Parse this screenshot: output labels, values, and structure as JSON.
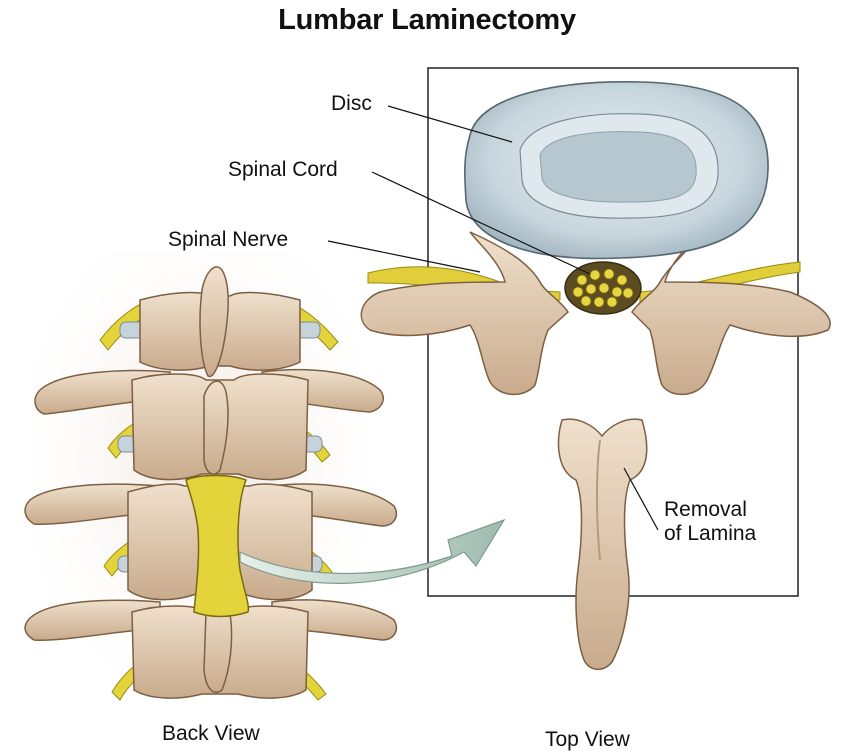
{
  "title": "Lumbar Laminectomy",
  "labels": {
    "disc": "Disc",
    "spinal_cord": "Spinal Cord",
    "spinal_nerve": "Spinal Nerve",
    "removal_line1": "Removal",
    "removal_line2": "of Lamina"
  },
  "captions": {
    "back_view": "Back View",
    "top_view": "Top View"
  },
  "colors": {
    "bone": "#e2cdb4",
    "bone_shadow": "#a8896c",
    "nerve": "#e3d43c",
    "disc": "#c9d6de",
    "arrow": "#b9cfc4"
  }
}
